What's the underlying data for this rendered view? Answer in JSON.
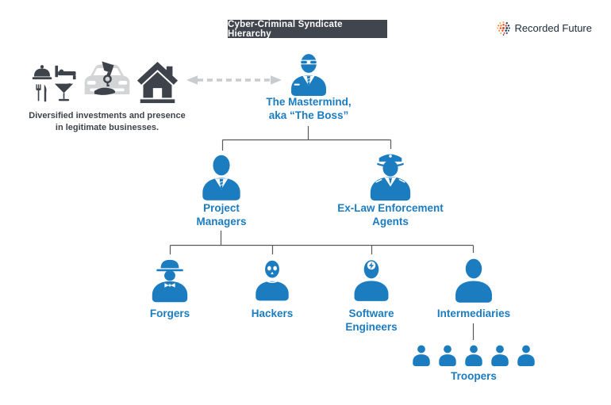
{
  "banner": {
    "title": "Cyber-Criminal Syndicate Hierarchy"
  },
  "logo": {
    "name": "Recorded Future"
  },
  "legit": {
    "line1": "Diversified investments and presence",
    "line2": "in legitimate businesses.",
    "icons": [
      "cloche-icon",
      "bed-icon",
      "fork-knife-icon",
      "martini-icon",
      "car-key-handover-icon",
      "house-icon"
    ]
  },
  "nodes": {
    "mastermind": {
      "line1": "The Mastermind,",
      "line2": "aka “The Boss”"
    },
    "project_managers": {
      "line1": "Project",
      "line2": "Managers"
    },
    "ex_law_enforcement": {
      "line1": "Ex-Law Enforcement",
      "line2": "Agents"
    },
    "forgers": {
      "label": "Forgers"
    },
    "hackers": {
      "label": "Hackers"
    },
    "software_engineers": {
      "line1": "Software",
      "line2": "Engineers"
    },
    "intermediaries": {
      "label": "Intermediaries"
    },
    "troopers": {
      "label": "Troopers",
      "count": 5
    }
  },
  "colors": {
    "blue": "#1b7cc0",
    "dark": "#3e434b",
    "line": "#58595b",
    "arrow": "#c8ccd0",
    "car": "#d2d4d6",
    "banner_bg": "#41454d",
    "banner_text": "#ffffff",
    "logo_text": "#1b2b3b",
    "logo_orange": "#f4801f",
    "logo_red": "#e8542e",
    "logo_navy": "#1d3a57"
  }
}
